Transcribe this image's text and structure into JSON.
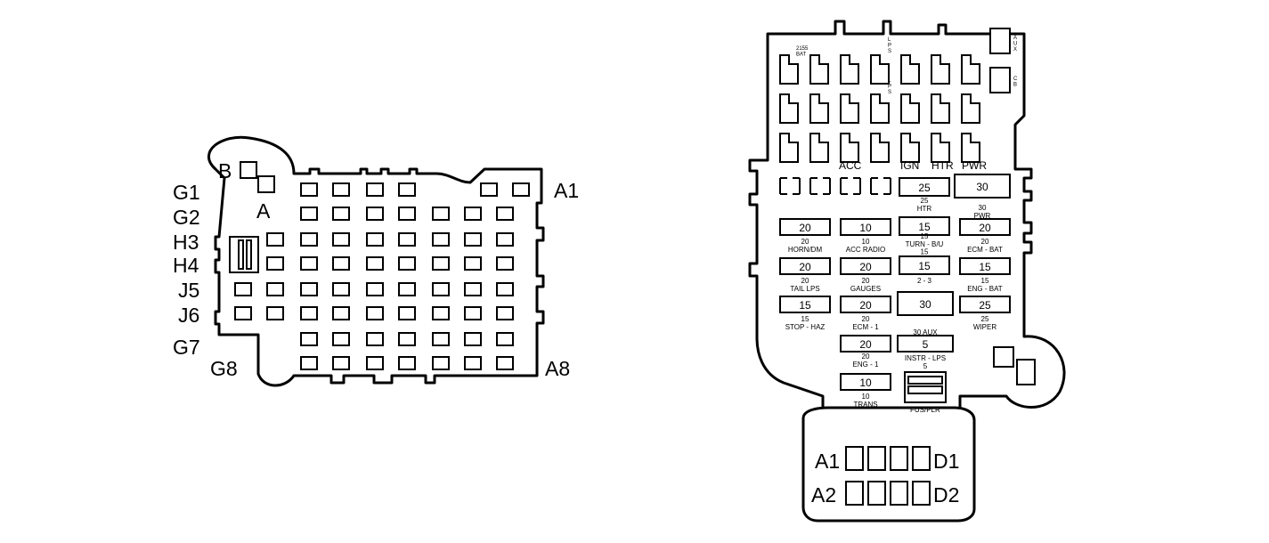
{
  "left_block": {
    "row_labels": [
      "G1",
      "G2",
      "H3",
      "H4",
      "J5",
      "J6",
      "G7",
      "G8"
    ],
    "col_labels": [
      "A1",
      "A8"
    ],
    "connector_labels": [
      "B",
      "A"
    ]
  },
  "right_block": {
    "top_labels": {
      "stop_bat": "2155\nBAT",
      "lps": "L\nP\nS",
      "lps2": "L\nP\nS",
      "aux": "A\nU\nX",
      "cb": "C\nB",
      "acc": "ACC",
      "ign": "IGN",
      "htr": "HTR",
      "pwr": "PWR"
    },
    "fuses": [
      {
        "id": "htr25",
        "value": "25",
        "desc": "25\nHTR"
      },
      {
        "id": "pwr30",
        "value": "30",
        "desc": "30\nPWR"
      },
      {
        "id": "horn",
        "value": "20",
        "desc": "20\nHORN/DM"
      },
      {
        "id": "radio",
        "value": "10",
        "desc": "10\nACC RADIO"
      },
      {
        "id": "turn",
        "value": "15",
        "desc": "15\nTURN - B/U\n15"
      },
      {
        "id": "ecmbat",
        "value": "20",
        "desc": "20\nECM - BAT"
      },
      {
        "id": "tail",
        "value": "20",
        "desc": "20\nTAIL LPS"
      },
      {
        "id": "gauges",
        "value": "20",
        "desc": "20\nGAUGES"
      },
      {
        "id": "23",
        "value": "15",
        "desc": "2 - 3"
      },
      {
        "id": "engbat",
        "value": "15",
        "desc": "15\nENG - BAT"
      },
      {
        "id": "stop",
        "value": "15",
        "desc": "15\nSTOP - HAZ"
      },
      {
        "id": "ecm1",
        "value": "20",
        "desc": "20\nECM - 1"
      },
      {
        "id": "aux30",
        "value": "30",
        "desc": "30  AUX"
      },
      {
        "id": "wiper",
        "value": "25",
        "desc": "25\nWIPER"
      },
      {
        "id": "eng1",
        "value": "20",
        "desc": "20\nENG - 1"
      },
      {
        "id": "instr",
        "value": "5",
        "desc": "INSTR - LPS\n5"
      },
      {
        "id": "trans",
        "value": "10",
        "desc": "10\nTRANS"
      }
    ],
    "fuse_puller": "FUS/PLR",
    "connector_labels": [
      "A1",
      "D1",
      "A2",
      "D2"
    ]
  }
}
